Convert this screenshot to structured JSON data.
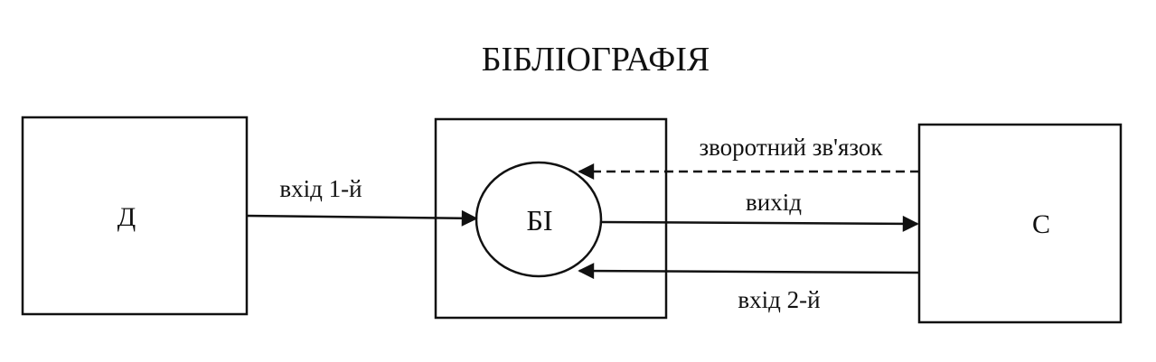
{
  "title": "БІБЛІОГРАФІЯ",
  "nodes": {
    "d": "Д",
    "bi": "БІ",
    "s": "С"
  },
  "edges": {
    "input_1": "вхід 1-й",
    "feedback": "зворотний зв'язок",
    "output": "вихід",
    "input_2": "вхід 2-й"
  },
  "colors": {
    "stroke": "#111111",
    "background": "#ffffff"
  }
}
